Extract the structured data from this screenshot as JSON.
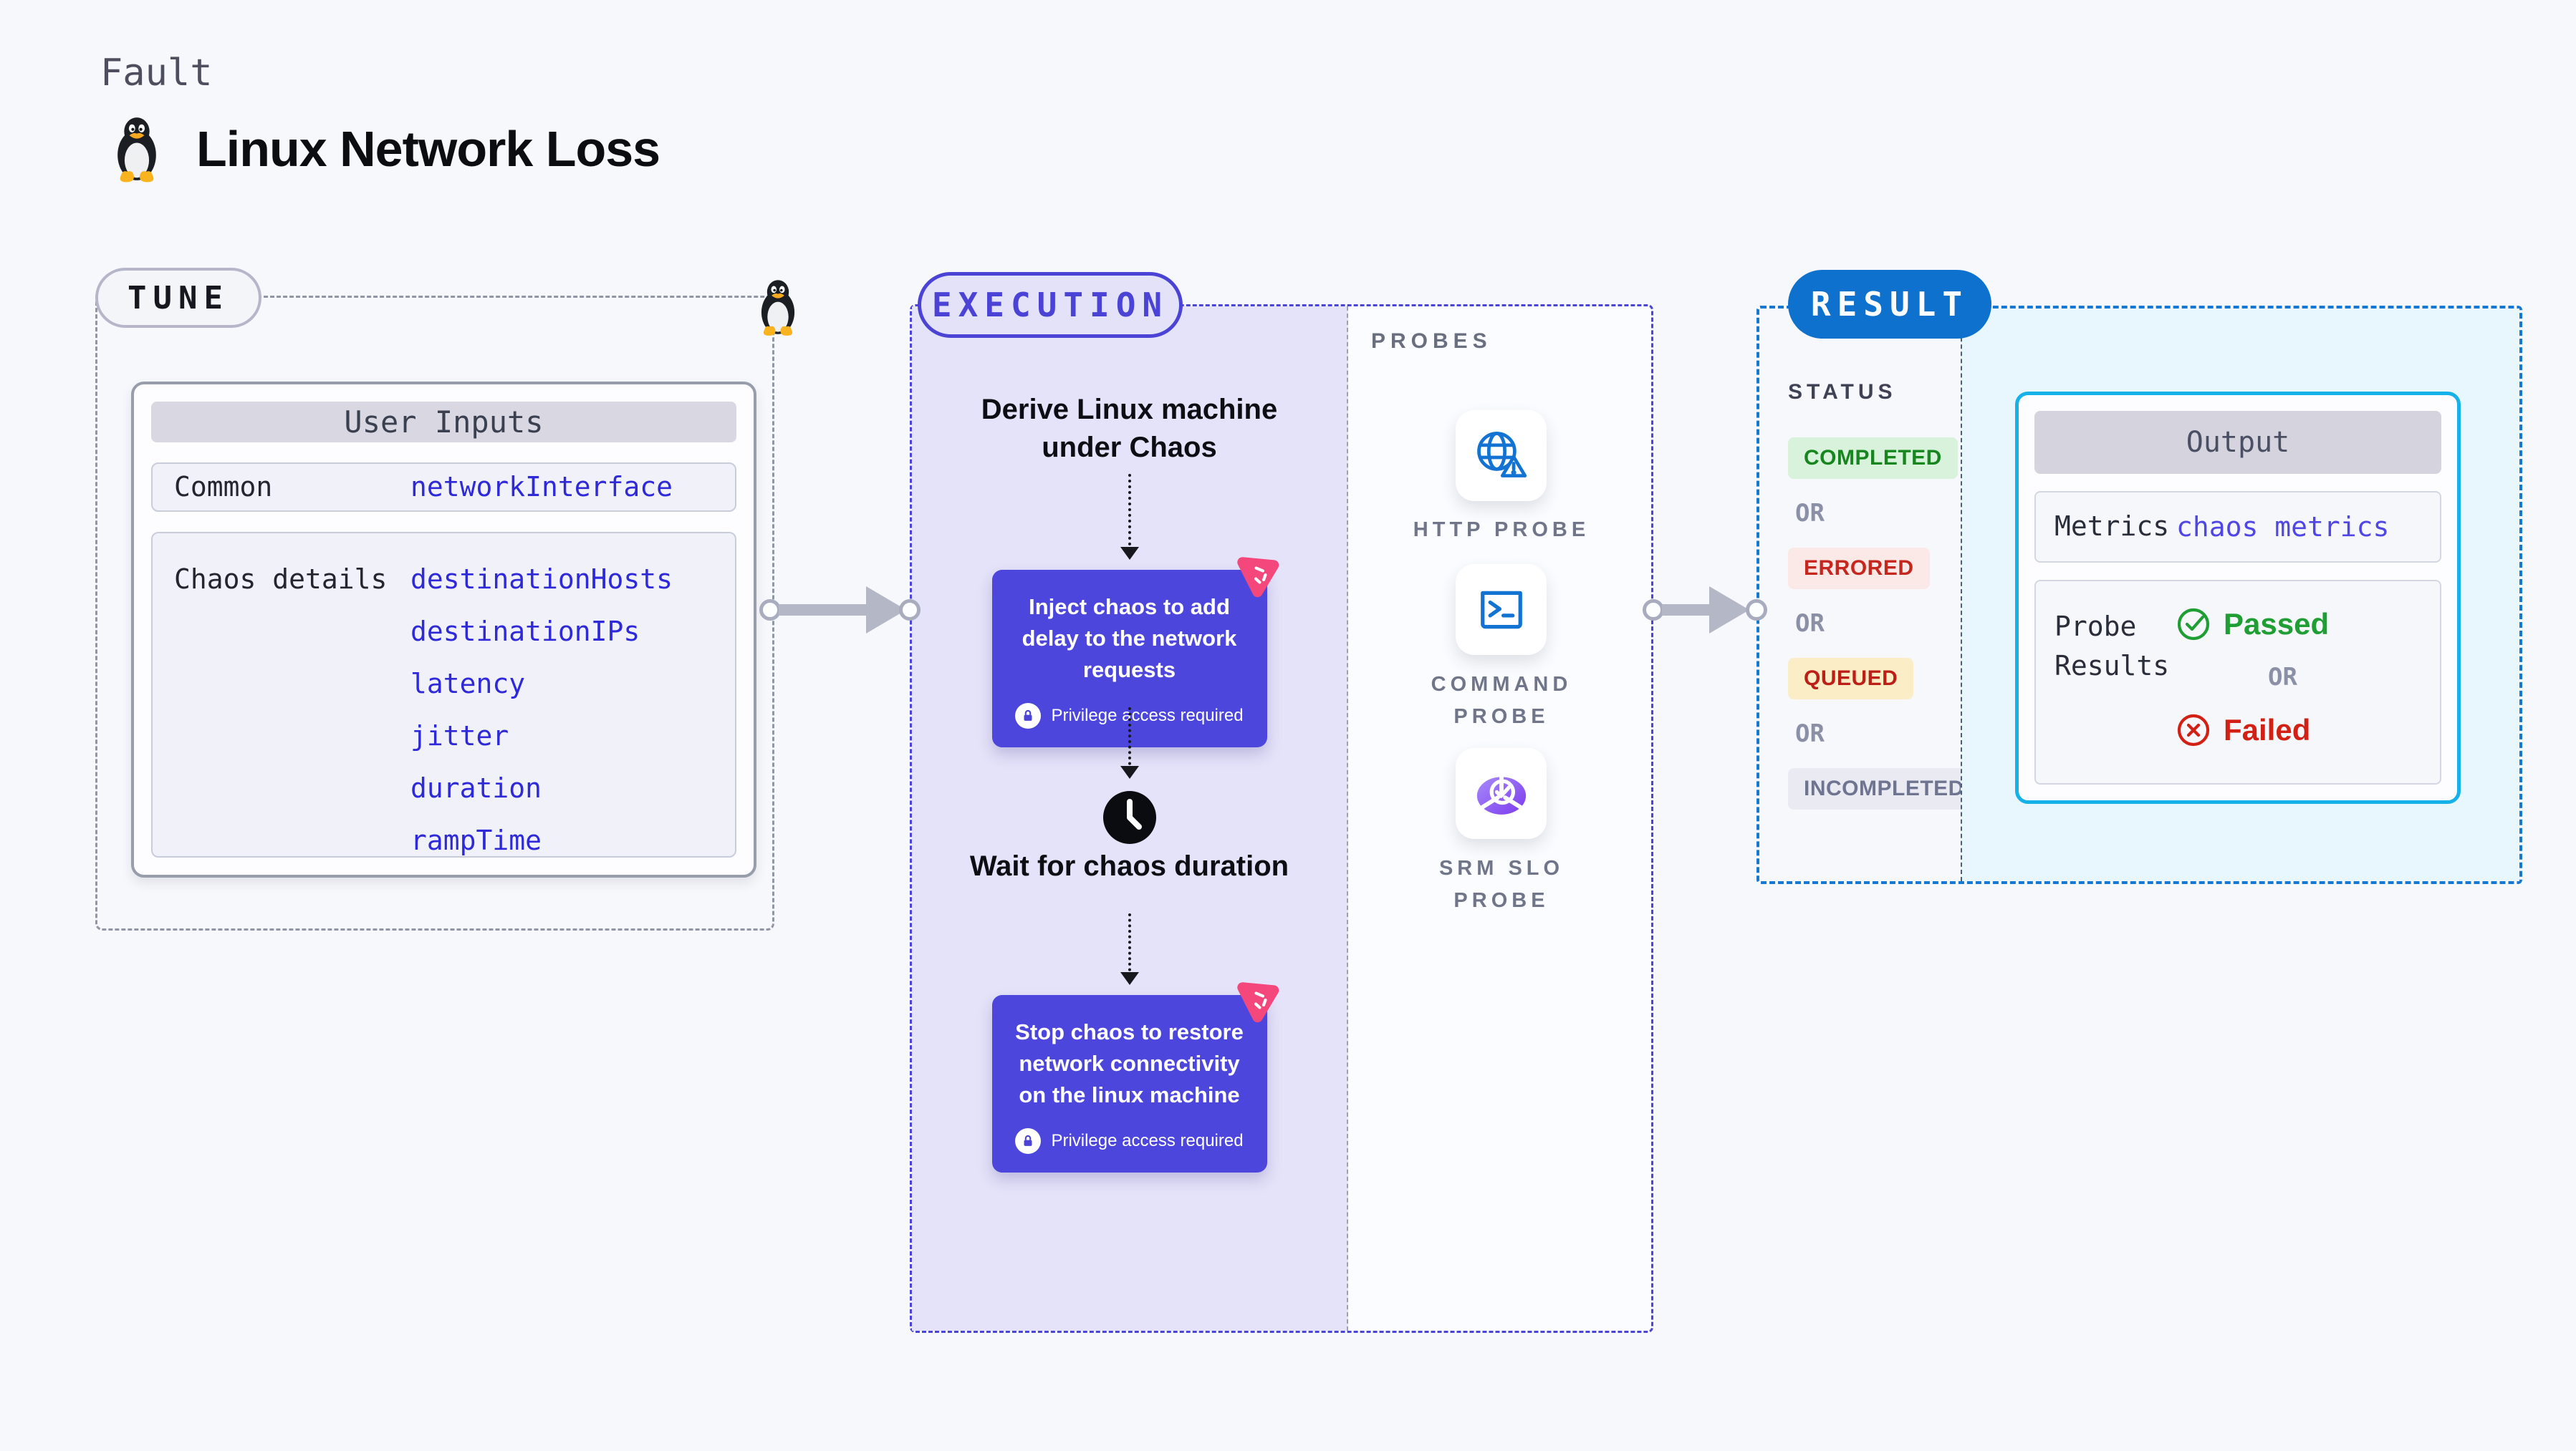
{
  "page": {
    "eyebrow": "Fault",
    "title": "Linux Network Loss",
    "title_icon": "tux-penguin-icon",
    "background": "#f7f8fc"
  },
  "tune": {
    "label": "TUNE",
    "corner_icon": "tux-penguin-icon",
    "card_title": "User Inputs",
    "rows": [
      {
        "label": "Common",
        "values": [
          "networkInterface"
        ]
      },
      {
        "label": "Chaos details",
        "values": [
          "destinationHosts",
          "destinationIPs",
          "latency",
          "jitter",
          "duration",
          "rampTime"
        ]
      }
    ]
  },
  "execution": {
    "label": "EXECUTION",
    "steps": {
      "derive": "Derive Linux machine under Chaos",
      "inject": "Inject chaos to add delay to the network requests",
      "privilege": "Privilege access required",
      "privilege_icon": "lock-icon",
      "wait": "Wait for chaos duration",
      "wait_icon": "clock-icon",
      "stop": "Stop chaos to restore network connectivity on the linux machine",
      "corner_icon": "litmus-chaos-icon"
    }
  },
  "probes": {
    "label": "PROBES",
    "items": [
      {
        "name": "HTTP PROBE",
        "icon": "globe-alert-icon"
      },
      {
        "name": "COMMAND PROBE",
        "icon": "terminal-icon"
      },
      {
        "name": "SRM SLO PROBE",
        "icon": "slo-pie-check-icon"
      }
    ]
  },
  "result": {
    "label": "RESULT",
    "status_label": "STATUS",
    "or": "OR",
    "statuses": [
      {
        "label": "COMPLETED",
        "bg": "#d9f2dc",
        "fg": "#17861f"
      },
      {
        "label": "ERRORED",
        "bg": "#fbe9e8",
        "fg": "#c5271e"
      },
      {
        "label": "QUEUED",
        "bg": "#fbeec7",
        "fg": "#bb1f16"
      },
      {
        "label": "INCOMPLETED",
        "bg": "#e9eaf2",
        "fg": "#6f7490"
      }
    ],
    "output": {
      "title": "Output",
      "metrics_label": "Metrics",
      "metrics_value": "chaos metrics",
      "probe_results_label": "Probe Results",
      "passed": "Passed",
      "passed_icon": "check-circle-icon",
      "failed": "Failed",
      "failed_icon": "x-circle-icon"
    }
  },
  "colors": {
    "indigo_accent": "#4a43d6",
    "node_bg": "#4c46dd",
    "execution_bg": "#e5e3f9",
    "result_blue": "#0e71ce",
    "output_border": "#15b1e9",
    "result_panel_bg": "#e8f6fd",
    "value_text": "#2e2ad9",
    "arrow_gray": "#b4b7c6",
    "litmus_pink": "#f4487c",
    "probe_icon_blue": "#1273d3"
  }
}
